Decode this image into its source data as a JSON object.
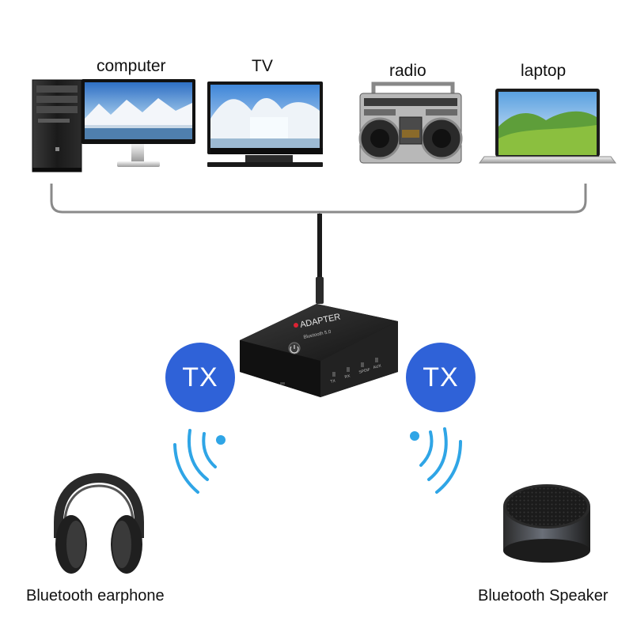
{
  "devices": {
    "computer": "computer",
    "tv": "TV",
    "radio": "radio",
    "laptop": "laptop"
  },
  "adapter": {
    "brand": "ADAPTER",
    "subtitle": "Bluetooth 5.0",
    "ports": [
      "TX",
      "RX",
      "SPDIF",
      "AUX"
    ]
  },
  "tx_badges": [
    "TX",
    "TX"
  ],
  "outputs": {
    "earphone": "Bluetooth earphone",
    "speaker": "Bluetooth Speaker"
  },
  "colors": {
    "badge": "#2f62d8",
    "signal": "#2fa5e6",
    "cable": "#8a8a8a"
  }
}
